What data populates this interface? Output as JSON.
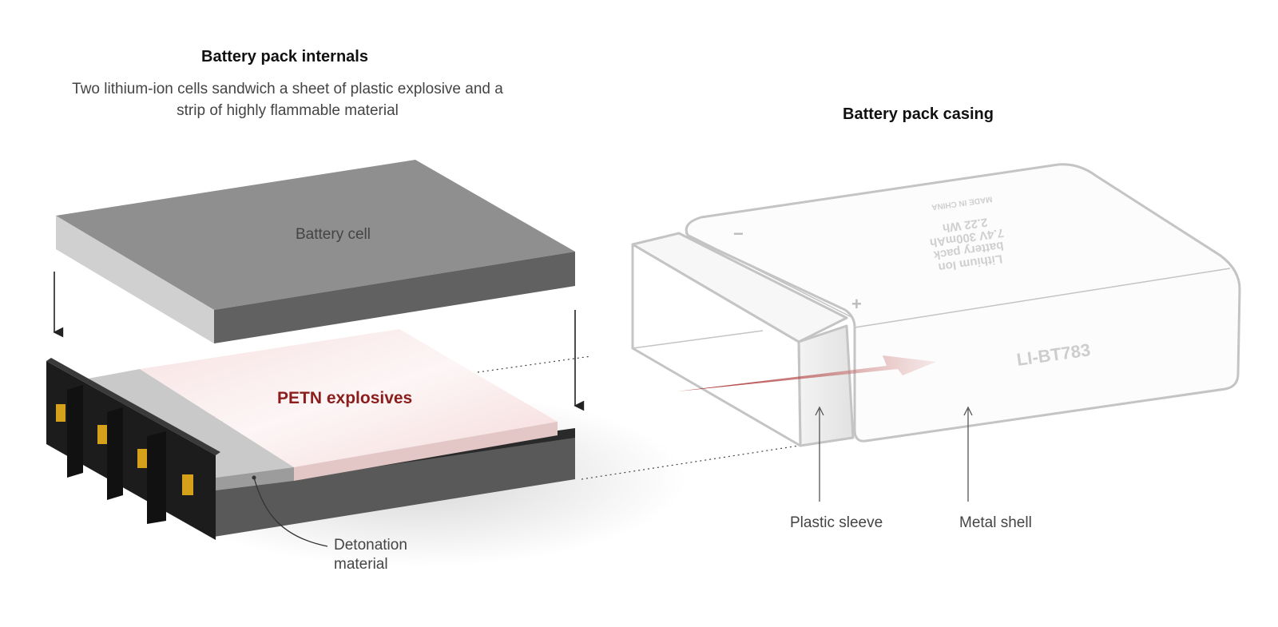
{
  "internals": {
    "title": "Battery pack internals",
    "description_line1": "Two lithium-ion cells sandwich a sheet of plastic explosive and a",
    "description_line2": "strip of highly flammable material",
    "battery_cell_label": "Battery cell",
    "explosive_label": "PETN explosives",
    "detonation_label_line1": "Detonation",
    "detonation_label_line2": "material"
  },
  "casing": {
    "title": "Battery pack casing",
    "sleeve_label": "Plastic sleeve",
    "shell_label": "Metal shell",
    "model_number": "LI-BT783",
    "printed_text": [
      "Lithium Ion",
      "battery pack",
      "7.4V 300mAh",
      "2.22 Wh",
      "MADE IN CHINA"
    ],
    "minus_sign": "−",
    "plus_sign": "+"
  },
  "colors": {
    "explosive_accent": "#8c1d1d",
    "cell_top": "#8c8c8c",
    "cell_side": "#616161",
    "casing_line": "#c4c4c4"
  }
}
